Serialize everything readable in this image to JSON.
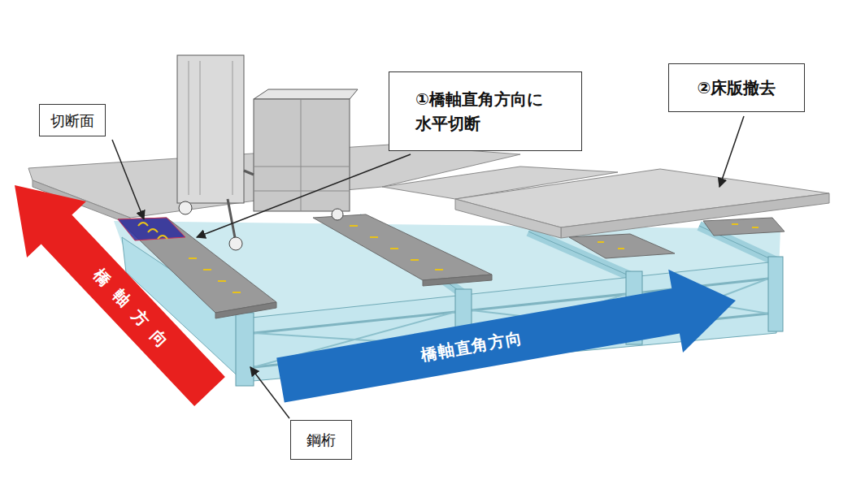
{
  "diagram": {
    "nodes": [
      {
        "text": [
          "切断面"
        ]
      },
      {
        "text": [
          "①橋軸直角方向に 水平切断"
        ]
      },
      {
        "text": [
          "②床版撤去"
        ]
      },
      {
        "text": [
          "鋼桁"
        ]
      }
    ],
    "labels": [
      "橋軸方向",
      "橋軸直角方向"
    ]
  }
}
